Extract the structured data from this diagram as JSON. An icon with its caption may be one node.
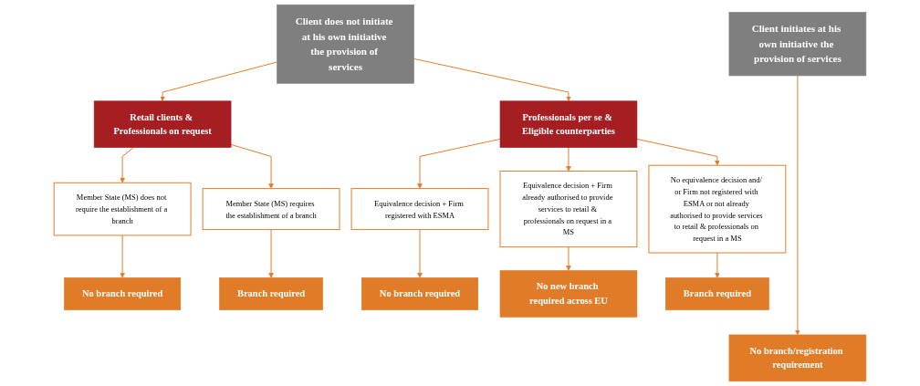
{
  "diagram": {
    "nodes": [
      {
        "text": [
          "Client does not initiate at his own initiative the provision of services"
        ]
      },
      {
        "text": [
          "Client initiates at his own initiative the provision of services"
        ]
      },
      {
        "text": [
          "Retail clients & Professionals on request"
        ]
      },
      {
        "text": [
          "Professionals per se & Eligible counterparties"
        ]
      },
      {
        "text": [
          "Member State (MS) does not require the establishment of a branch"
        ]
      },
      {
        "text": [
          "Member State (MS) requires the establishment of a branch"
        ]
      },
      {
        "text": [
          "Equivalence decision + Firm registered with ESMA"
        ]
      },
      {
        "text": [
          "Equivalence decision + Firm already authorised to provide services to retail & professionals on request in a MS"
        ]
      },
      {
        "text": [
          "No equivalence decision and/ or Firm not registered with ESMA or not already authorised to provide services to retail & professionals on request in a MS"
        ]
      },
      {
        "text": [
          "No branch required"
        ]
      },
      {
        "text": [
          "Branch required"
        ]
      },
      {
        "text": [
          "No branch required"
        ]
      },
      {
        "text": [
          "No new branch required across EU"
        ]
      },
      {
        "text": [
          "Branch required"
        ]
      },
      {
        "text": [
          "No branch/registration requirement"
        ]
      }
    ],
    "edges": [
      {
        "from": 0,
        "to": 2,
        "arrow": "to"
      },
      {
        "from": 0,
        "to": 3,
        "arrow": "to"
      },
      {
        "from": 2,
        "to": 4,
        "arrow": "to"
      },
      {
        "from": 2,
        "to": 5,
        "arrow": "to"
      },
      {
        "from": 3,
        "to": 6,
        "arrow": "to"
      },
      {
        "from": 3,
        "to": 7,
        "arrow": "to"
      },
      {
        "from": 3,
        "to": 8,
        "arrow": "to"
      },
      {
        "from": 4,
        "to": 9,
        "arrow": "to"
      },
      {
        "from": 5,
        "to": 10,
        "arrow": "to"
      },
      {
        "from": 6,
        "to": 11,
        "arrow": "to"
      },
      {
        "from": 7,
        "to": 12,
        "arrow": "to"
      },
      {
        "from": 8,
        "to": 13,
        "arrow": "to"
      },
      {
        "from": 1,
        "to": 14,
        "arrow": "to"
      }
    ]
  }
}
